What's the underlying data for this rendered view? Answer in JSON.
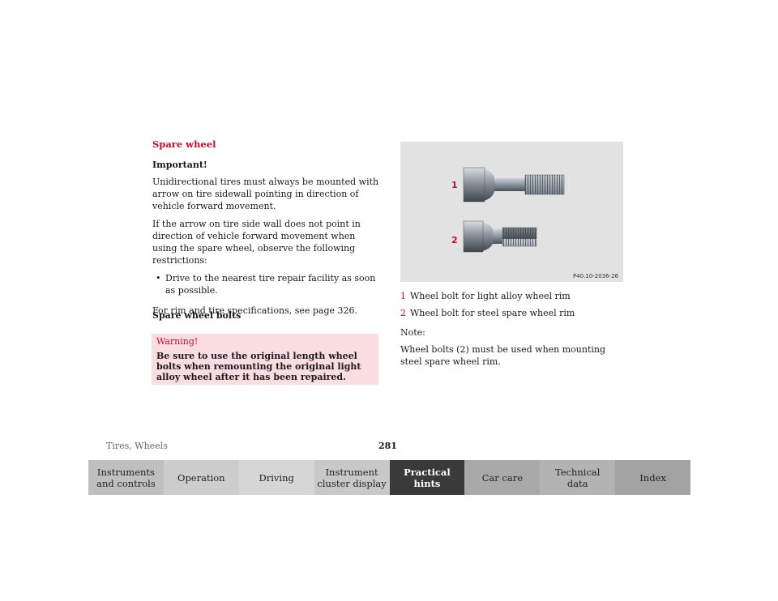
{
  "section_title": "Spare wheel",
  "important_label": "Important!",
  "paragraphs": [
    "Unidirectional tires must always be mounted with arrow on tire sidewall pointing in direction of vehicle forward movement.",
    "If the arrow on tire side wall does not point in direction of vehicle forward movement when using the spare wheel, observe the following restrictions:"
  ],
  "bullets": [
    "Drive to the nearest tire repair facility as soon as possible."
  ],
  "spec_ref": "For rim and tire specifications, see page 326.",
  "bolts_title": "Spare wheel bolts",
  "warning": {
    "title": "Warning!",
    "body": "Be sure to use the original length wheel bolts when remounting the original light alloy wheel after it has been repaired."
  },
  "figure": {
    "code": "P40.10-2036-26",
    "callouts": [
      "1",
      "2"
    ],
    "accent": "#c8102e"
  },
  "legend": [
    {
      "num": "1",
      "text": "Wheel bolt for light alloy wheel rim"
    },
    {
      "num": "2",
      "text": "Wheel bolt for steel spare wheel rim"
    }
  ],
  "note_label": "Note:",
  "note_text": "Wheel bolts (2) must be used when mounting steel spare wheel rim.",
  "footer": {
    "section": "Tires, Wheels",
    "page": "281"
  },
  "nav": [
    {
      "label": "Instruments\nand controls",
      "bg": "#bfbfbf",
      "fg": "#222222"
    },
    {
      "label": "Operation",
      "bg": "#cdcdcd",
      "fg": "#222222"
    },
    {
      "label": "Driving",
      "bg": "#d6d6d6",
      "fg": "#222222"
    },
    {
      "label": "Instrument\ncluster display",
      "bg": "#c8c8c8",
      "fg": "#222222"
    },
    {
      "label": "Practical hints",
      "bg": "#3a3a3a",
      "fg": "#ffffff"
    },
    {
      "label": "Car care",
      "bg": "#a9a9a9",
      "fg": "#222222"
    },
    {
      "label": "Technical\ndata",
      "bg": "#b3b3b3",
      "fg": "#222222"
    },
    {
      "label": "Index",
      "bg": "#a3a3a3",
      "fg": "#222222"
    }
  ]
}
